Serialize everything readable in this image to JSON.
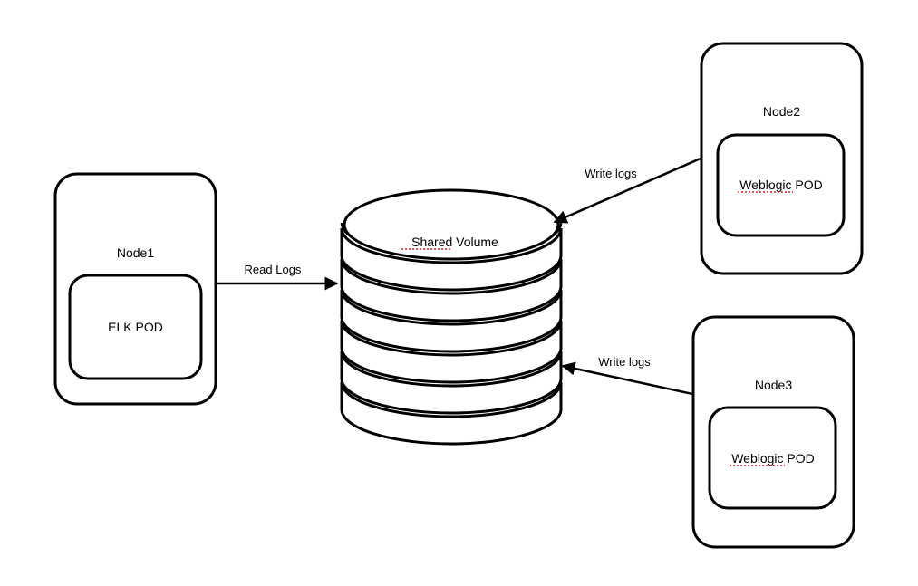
{
  "diagram": {
    "nodes": [
      {
        "id": "node1",
        "label": "Node1",
        "pod": {
          "label": "ELK POD",
          "spellcheck": []
        }
      },
      {
        "id": "node2",
        "label": "Node2",
        "pod": {
          "label": "Weblogic POD",
          "spellcheck": [
            "Weblogic"
          ]
        }
      },
      {
        "id": "node3",
        "label": "Node3",
        "pod": {
          "label": "Weblogic POD",
          "spellcheck": [
            "Weblogic"
          ]
        }
      }
    ],
    "volume": {
      "label": "Shared Volume",
      "label_color": "#1e90e8",
      "spellcheck": [
        "Shared"
      ],
      "disk_count": 6
    },
    "edges": [
      {
        "from": "node1",
        "to": "volume",
        "label": "Read Logs"
      },
      {
        "from": "node2",
        "to": "volume",
        "label": "Write logs"
      },
      {
        "from": "node3",
        "to": "volume",
        "label": "Write logs"
      }
    ],
    "colors": {
      "stroke": "#000000",
      "background": "#ffffff",
      "spellcheck": "#e02020"
    }
  }
}
